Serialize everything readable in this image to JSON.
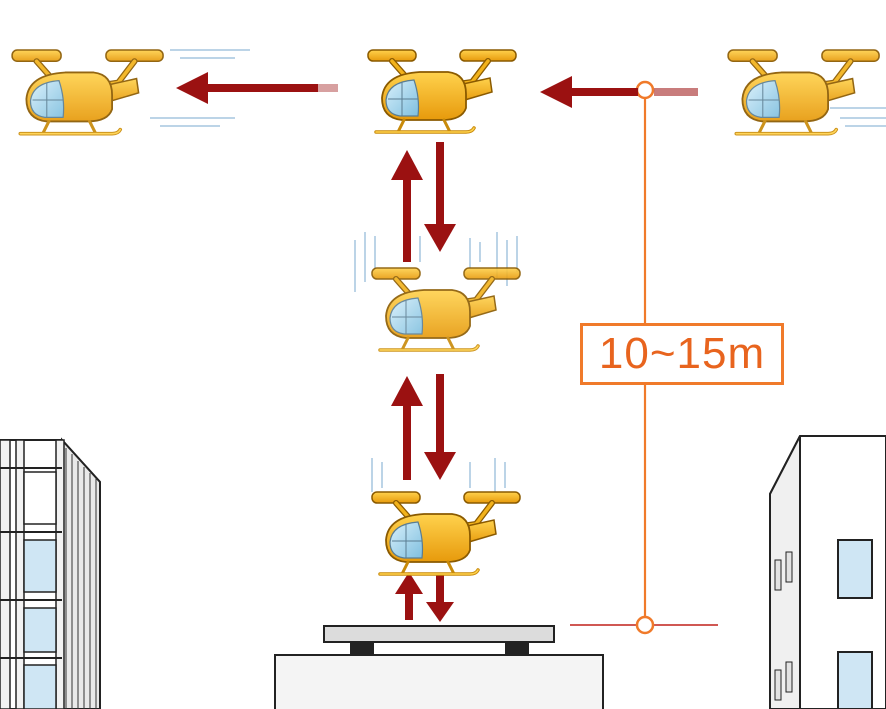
{
  "height_label": "10~15m",
  "colors": {
    "arrow": "#9b1111",
    "measure_line": "#f07a2a",
    "drone_body": "#f2b21b",
    "drone_canopy": "#9fd3ec",
    "building": "#ffffff",
    "building_outline": "#222222",
    "window": "#cfe6f4"
  },
  "drones": [
    {
      "name": "drone-top-left",
      "motion": "moving-left"
    },
    {
      "name": "drone-top-center",
      "motion": "hovering"
    },
    {
      "name": "drone-top-right",
      "motion": "moving-left"
    },
    {
      "name": "drone-middle",
      "motion": "vertical"
    },
    {
      "name": "drone-bottom",
      "motion": "vertical"
    }
  ]
}
